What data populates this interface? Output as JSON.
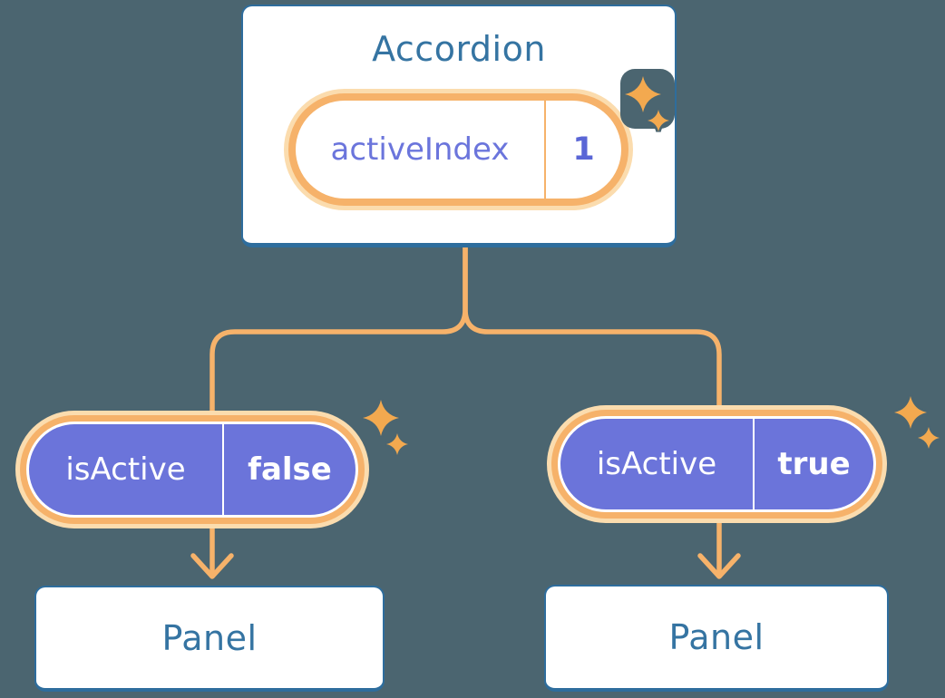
{
  "colors": {
    "bg": "#4b6570",
    "card-bg": "#ffffff",
    "blue-border": "#2e6d9d",
    "blue-text": "#3574a2",
    "orange": "#f6b26a",
    "orange-glow": "#fbdcae",
    "sparkle": "#f3a94f",
    "purple": "#6b74da",
    "purple-text": "#6b75dc",
    "indigo-value": "#5a66d6"
  },
  "accordion": {
    "title": "Accordion",
    "state": {
      "label": "activeIndex",
      "value": "1"
    }
  },
  "left_child": {
    "prop": {
      "label": "isActive",
      "value": "false"
    },
    "panel_title": "Panel"
  },
  "right_child": {
    "prop": {
      "label": "isActive",
      "value": "true"
    },
    "panel_title": "Panel"
  }
}
